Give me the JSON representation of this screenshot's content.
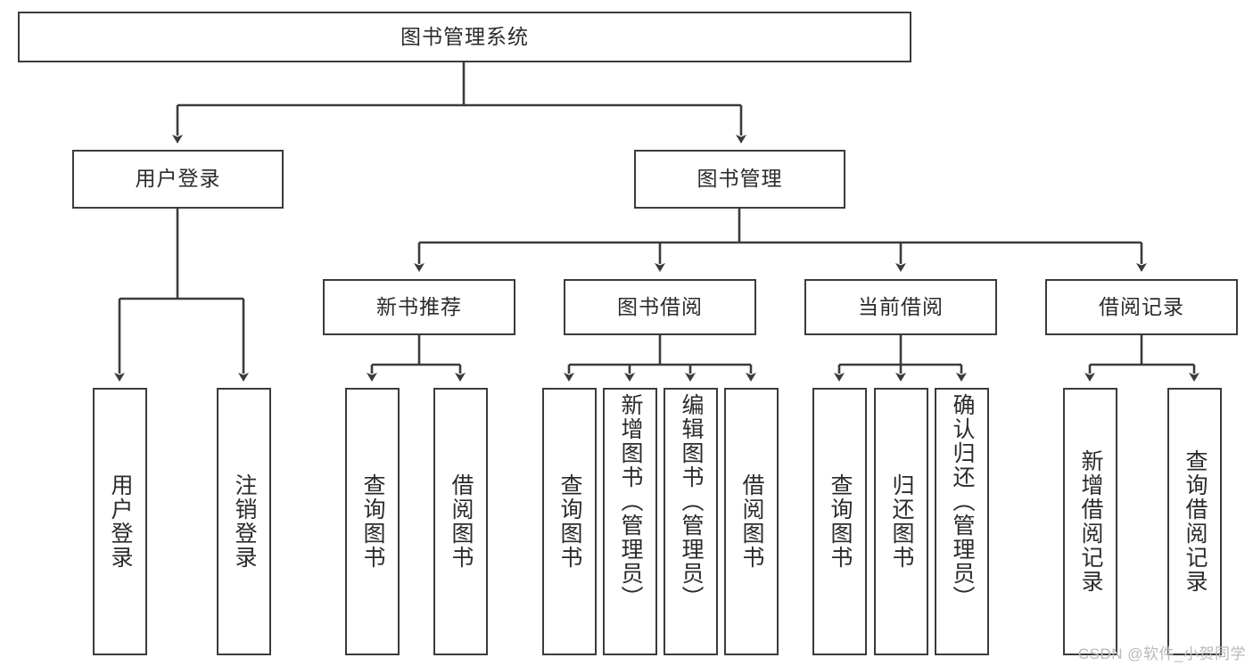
{
  "diagram": {
    "title": "图书管理系统",
    "type": "functional-structure-tree",
    "colors": {
      "box_border": "#3b3b3b",
      "box_fill": "#ffffff",
      "edge": "#3b3b3b",
      "text": "#2b2b2b",
      "watermark": "#b9b9b9",
      "background": "#ffffff"
    },
    "watermark": "CSDN @软件_小贺同学",
    "levels": {
      "root": {
        "label": "图书管理系统"
      },
      "level1": [
        {
          "id": "user-login",
          "label": "用户登录"
        },
        {
          "id": "book-manage",
          "label": "图书管理"
        }
      ],
      "level2": [
        {
          "id": "new-book-recommend",
          "label": "新书推荐",
          "parent": "book-manage"
        },
        {
          "id": "book-borrow",
          "label": "图书借阅",
          "parent": "book-manage"
        },
        {
          "id": "current-borrow",
          "label": "当前借阅",
          "parent": "book-manage"
        },
        {
          "id": "borrow-record",
          "label": "借阅记录",
          "parent": "book-manage"
        }
      ],
      "leaves": [
        {
          "id": "leaf-user-login",
          "label": "用户登录",
          "parent": "user-login"
        },
        {
          "id": "leaf-user-logout",
          "label": "注销登录",
          "parent": "user-login"
        },
        {
          "id": "leaf-query-book-1",
          "label": "查询图书",
          "parent": "new-book-recommend"
        },
        {
          "id": "leaf-borrow-book-1",
          "label": "借阅图书",
          "parent": "new-book-recommend"
        },
        {
          "id": "leaf-query-book-2",
          "label": "查询图书",
          "parent": "book-borrow"
        },
        {
          "id": "leaf-add-book",
          "label": "新增图书（管理员）",
          "parent": "book-borrow"
        },
        {
          "id": "leaf-edit-book",
          "label": "编辑图书（管理员）",
          "parent": "book-borrow"
        },
        {
          "id": "leaf-borrow-book-2",
          "label": "借阅图书",
          "parent": "book-borrow"
        },
        {
          "id": "leaf-query-book-3",
          "label": "查询图书",
          "parent": "current-borrow"
        },
        {
          "id": "leaf-return-book",
          "label": "归还图书",
          "parent": "current-borrow"
        },
        {
          "id": "leaf-confirm-return",
          "label": "确认归还（管理员）",
          "parent": "current-borrow"
        },
        {
          "id": "leaf-add-record",
          "label": "新增借阅记录",
          "parent": "borrow-record"
        },
        {
          "id": "leaf-query-record",
          "label": "查询借阅记录",
          "parent": "borrow-record"
        }
      ]
    }
  }
}
